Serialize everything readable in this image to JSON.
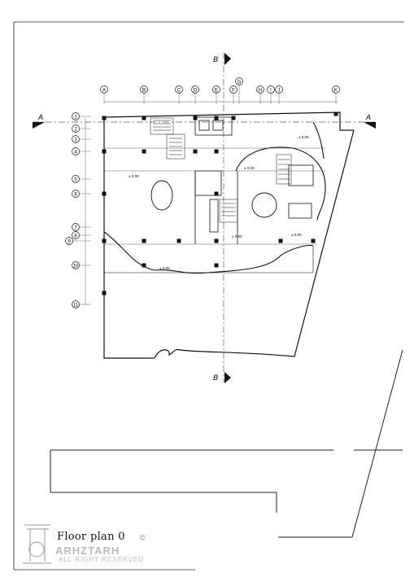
{
  "drawing": {
    "title": "Floor plan 0",
    "brand": "ARHZTARH",
    "rights": "ALL RIGHT RESERVED",
    "copyright_symbol": "©",
    "section_a": "A",
    "section_b": "B",
    "column_labels": [
      "A",
      "B",
      "C",
      "D",
      "E",
      "F",
      "G",
      "H",
      "I",
      "J",
      "K"
    ],
    "row_labels": [
      "1",
      "2",
      "3",
      "4",
      "5",
      "6",
      "7",
      "8",
      "9",
      "10",
      "11"
    ],
    "level_marks": [
      "± 0.00",
      "± 0.00",
      "± 0.00",
      "± 0.00",
      "± 0.00",
      "± 0.00"
    ]
  },
  "colors": {
    "line": "#111111",
    "grid": "#777777",
    "watermark": "#bbbbbb"
  }
}
